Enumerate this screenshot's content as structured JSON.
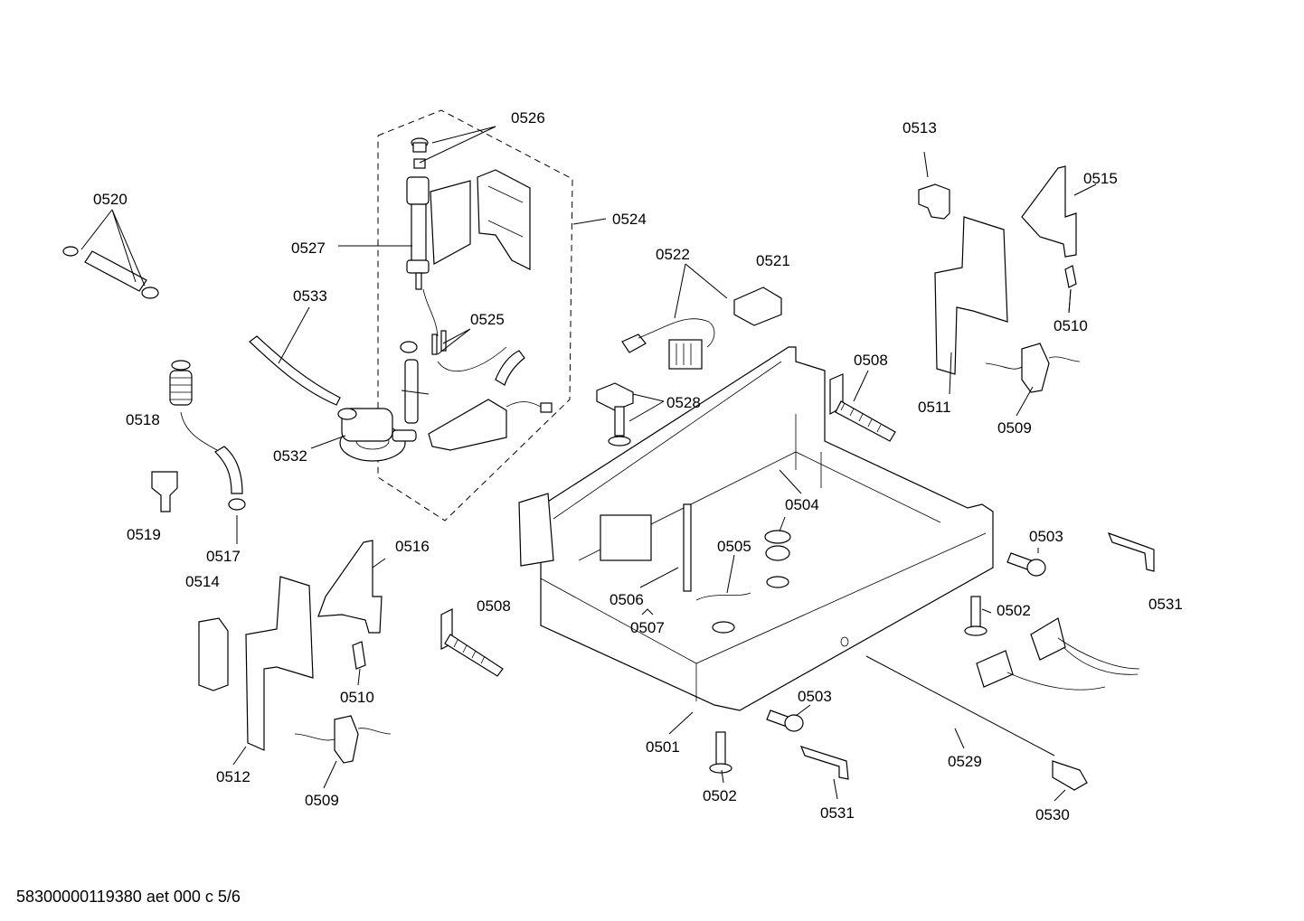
{
  "footer_text": "58300000119380 aet 000 c 5/6",
  "callouts": {
    "c0526": "0526",
    "c0524": "0524",
    "c0527": "0527",
    "c0520": "0520",
    "c0533": "0533",
    "c0525": "0525",
    "c0518": "0518",
    "c0532": "0532",
    "c0519": "0519",
    "c0517": "0517",
    "c0522": "0522",
    "c0521": "0521",
    "c0528": "0528",
    "c0513": "0513",
    "c0515": "0515",
    "c0510_top": "0510",
    "c0511": "0511",
    "c0509_top": "0509",
    "c0508_top": "0508",
    "c0504": "0504",
    "c0505": "0505",
    "c0506": "0506",
    "c0507": "0507",
    "c0503_top": "0503",
    "c0531_right": "0531",
    "c0502_right": "0502",
    "c0516": "0516",
    "c0514": "0514",
    "c0508_bottom": "0508",
    "c0510_bottom": "0510",
    "c0512": "0512",
    "c0509_bottom": "0509",
    "c0501": "0501",
    "c0502_bottom": "0502",
    "c0503_bottom": "0503",
    "c0531_bottom": "0531",
    "c0529": "0529",
    "c0530": "0530"
  }
}
